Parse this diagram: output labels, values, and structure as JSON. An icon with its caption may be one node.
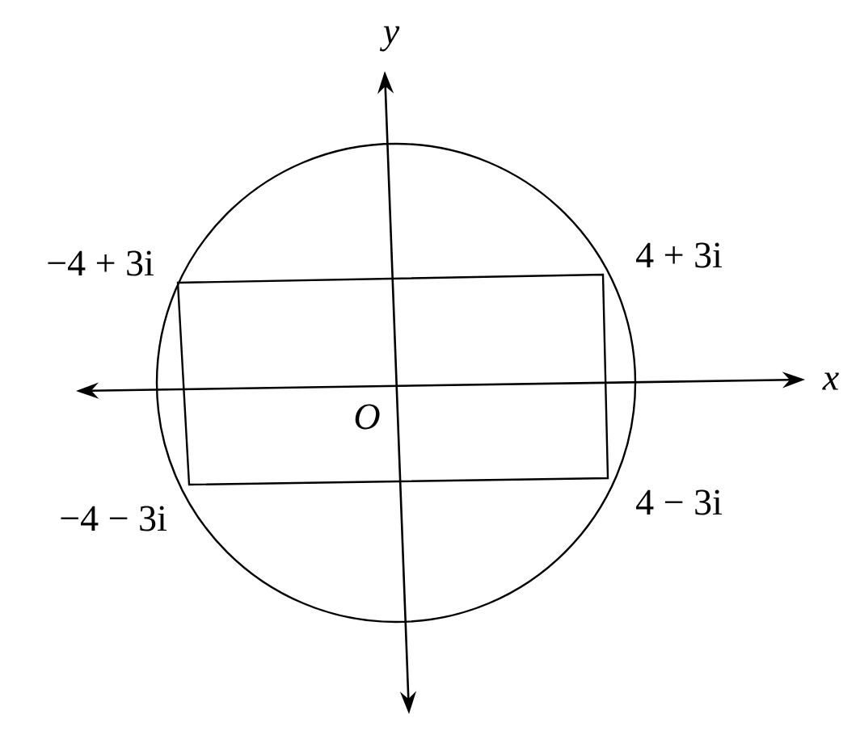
{
  "diagram": {
    "labels": [
      "y",
      "−4 + 3i",
      "4 + 3i",
      "x",
      "O",
      "−4 − 3i",
      "4 − 3i"
    ]
  }
}
